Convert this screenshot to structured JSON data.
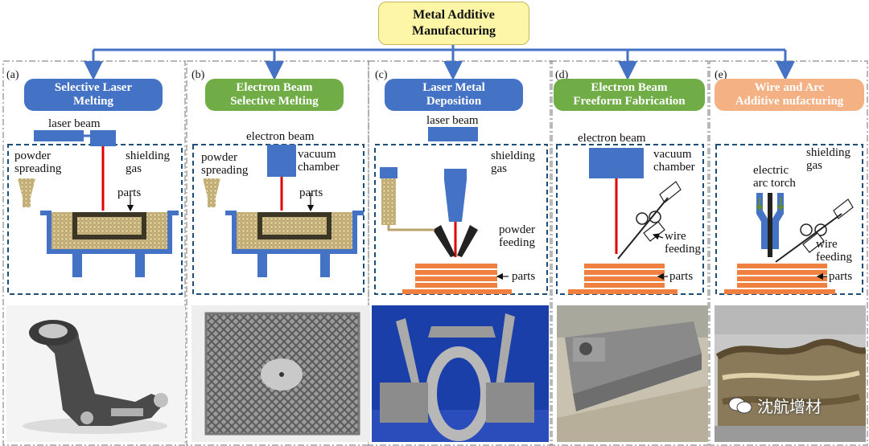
{
  "title": "Metal Additive\nManufacturing",
  "colors": {
    "blue": "#4472c4",
    "green": "#70ad47",
    "orange": "#f4b183",
    "title_fill": "#fdf6a6",
    "dash": "#1f4e79",
    "machine": "#4472c4",
    "substrate": "#f08040",
    "beam": "#e00000"
  },
  "panels": [
    {
      "letter": "(a)",
      "name": "Selective Laser\nMelting",
      "color": "blue",
      "labels": {
        "beam": "laser beam",
        "powder": "powder\nspreading",
        "gas": "shielding\ngas",
        "parts": "parts"
      },
      "photo": "machined metal bracket part"
    },
    {
      "letter": "(b)",
      "name": "Electron Beam\nSelective Melting",
      "color": "green",
      "labels": {
        "beam": "electron beam",
        "powder": "powder\nspreading",
        "chamber": "vacuum\nchamber",
        "parts": "parts"
      },
      "photo": "lattice mesh plate"
    },
    {
      "letter": "(c)",
      "name": "Laser Metal\nDeposition",
      "color": "blue",
      "labels": {
        "beam": "laser beam",
        "gas": "shielding\ngas",
        "feed": "powder\nfeeding",
        "parts": "parts"
      },
      "photo": "aircraft frame structures on blue background"
    },
    {
      "letter": "(d)",
      "name": "Electron Beam\nFreeform Fabrication",
      "color": "green",
      "labels": {
        "beam": "electron beam",
        "chamber": "vacuum\nchamber",
        "feed": "wire\nfeeding",
        "parts": "parts"
      },
      "photo": "large metal beam structure"
    },
    {
      "letter": "(e)",
      "name": "Wire and Arc\nAdditive nufacturing",
      "color": "orange",
      "labels": {
        "torch": "electric\narc torch",
        "gas": "shielding\ngas",
        "feed": "wire\nfeeding",
        "parts": "parts"
      },
      "photo": "wire-arc deposited wall"
    }
  ],
  "watermark": "沈航增材"
}
